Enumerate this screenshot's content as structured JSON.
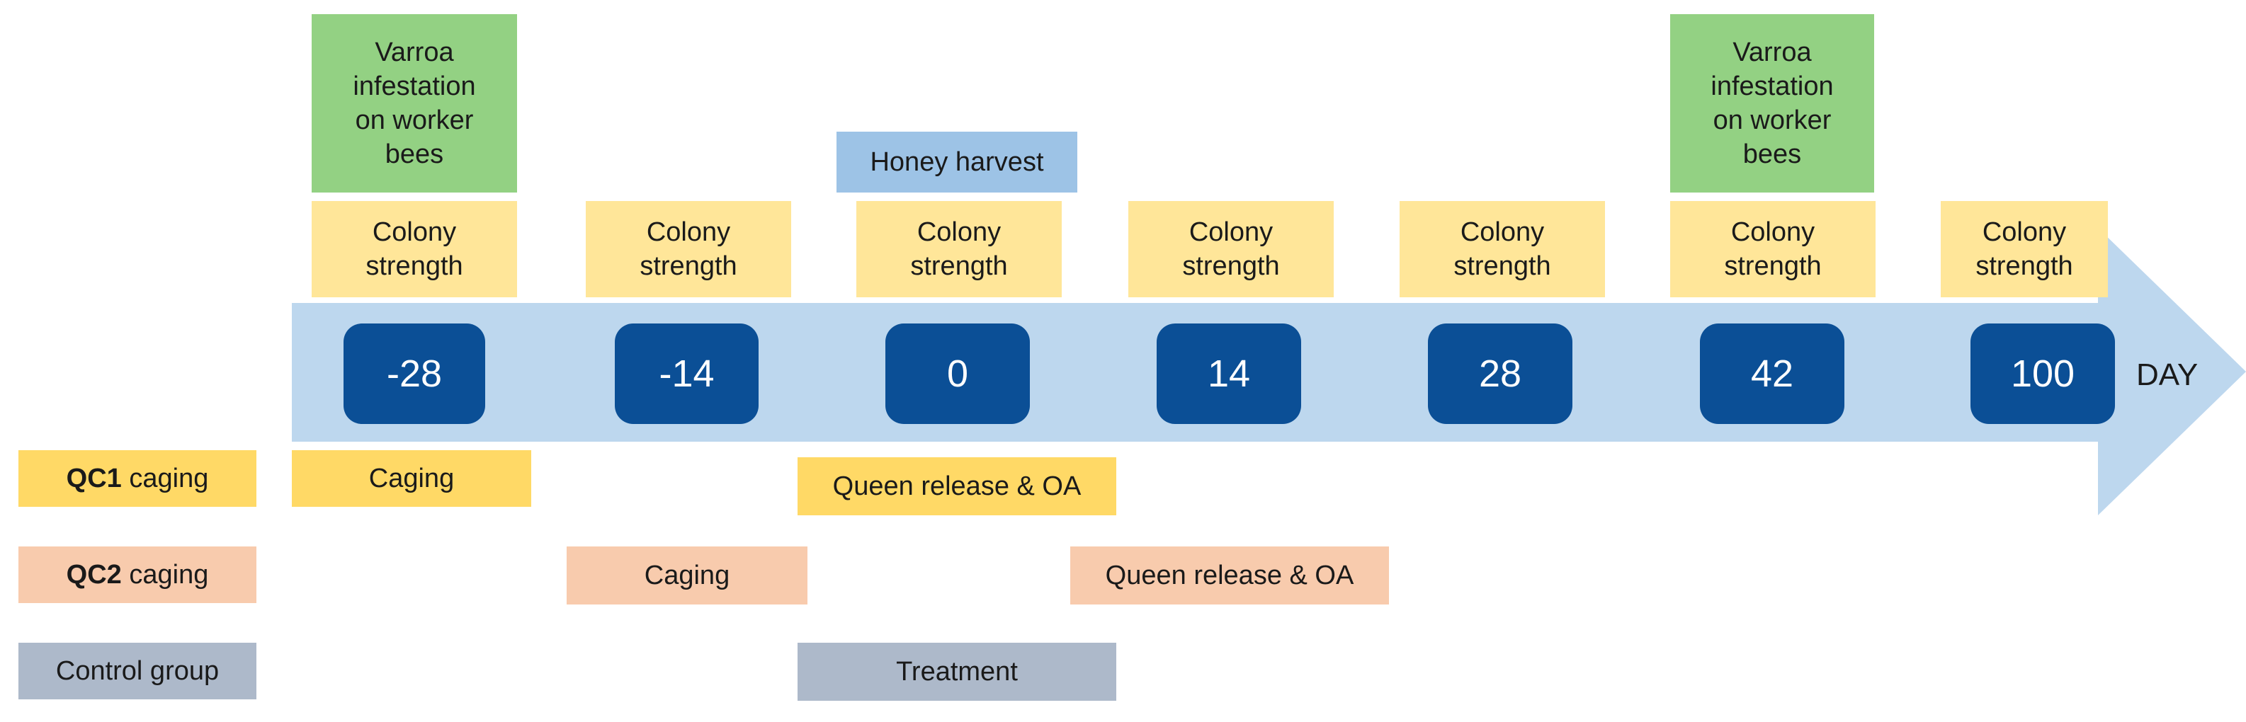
{
  "colors": {
    "arrow": "#bdd7ee",
    "day_box": "#0b4f96",
    "colony_strength": "#ffe699",
    "varroa": "#93d183",
    "honey": "#9dc3e6",
    "qc1": "#ffd966",
    "qc2": "#f8cbad",
    "control": "#adb9ca"
  },
  "axis_label": "DAY",
  "days": [
    "-28",
    "-14",
    "0",
    "14",
    "28",
    "42",
    "100"
  ],
  "colony_strength_label": "Colony\nstrength",
  "varroa_label": "Varroa\ninfestation\non worker\nbees",
  "honey_label": "Honey harvest",
  "groups": {
    "qc1": {
      "bold": "QC1",
      "rest": " caging"
    },
    "qc2": {
      "bold": "QC2",
      "rest": " caging"
    },
    "control": {
      "label": "Control group"
    }
  },
  "events": {
    "qc1_caging": "Caging",
    "qc1_release": "Queen release & OA",
    "qc2_caging": "Caging",
    "qc2_release": "Queen release & OA",
    "control_treatment": "Treatment"
  }
}
